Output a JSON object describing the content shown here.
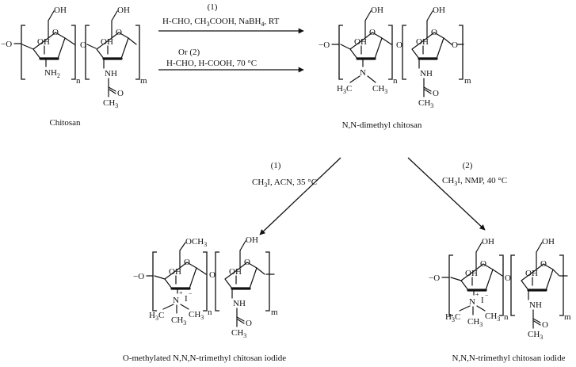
{
  "reaction1": {
    "step_label": "(1)",
    "cond_pre": "H-CHO, CH",
    "cond_sub1": "3",
    "cond_mid": "COOH, NaBH",
    "cond_sub2": "4",
    "cond_post": ", RT"
  },
  "reaction2": {
    "step_label": "Or   (2)",
    "conditions": "H-CHO, H-COOH, 70 °C"
  },
  "methylation1": {
    "step_label": "(1)",
    "cond_pre": "CH",
    "cond_sub": "3",
    "cond_post": "I, ACN, 35 °C"
  },
  "methylation2": {
    "step_label": "(2)",
    "cond_pre": "CH",
    "cond_sub": "3",
    "cond_post": "I, NMP, 40 °C"
  },
  "captions": {
    "chitosan": "Chitosan",
    "dimethyl": "N,N-dimethyl chitosan",
    "o_methylated": "O-methylated N,N,N-trimethyl chitosan iodide",
    "trimethyl": "N,N,N-trimethyl chitosan iodide"
  },
  "atoms": {
    "O": "O",
    "OH": "OH",
    "OCH": "OCH",
    "NH": "NH",
    "N": "N",
    "H": "H",
    "C": "C",
    "CH": "CH",
    "I": "I",
    "plus": "+",
    "minus": "−",
    "two": "2",
    "three": "3",
    "n": "n",
    "m": "m"
  }
}
